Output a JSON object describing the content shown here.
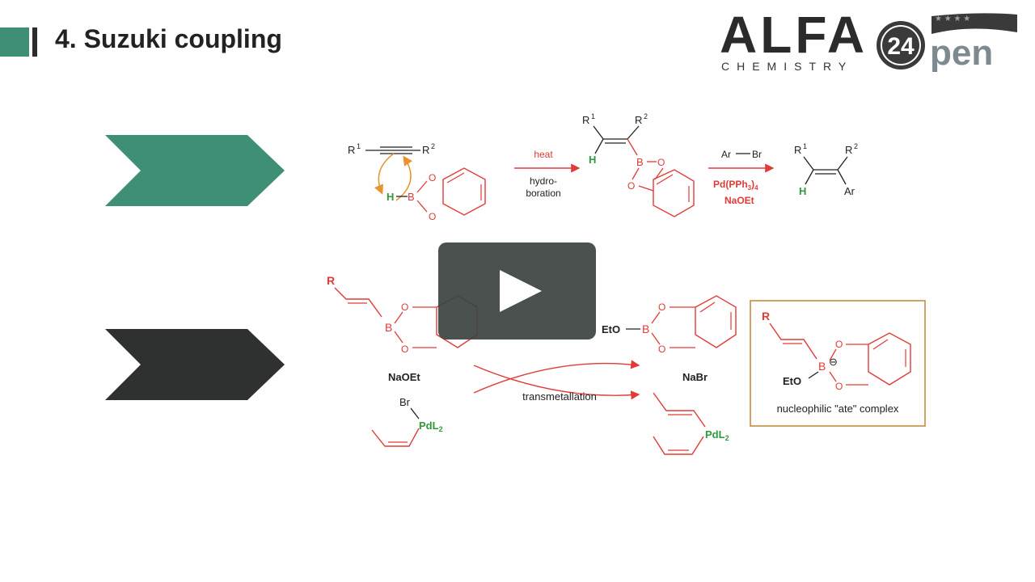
{
  "header": {
    "title": "4. Suzuki coupling"
  },
  "logo": {
    "brand": "ALFA",
    "sub": "CHEMISTRY",
    "open_number": "24",
    "open_word": "pen"
  },
  "scheme1": {
    "r1": "R",
    "r1_sup": "1",
    "r2": "R",
    "r2_sup": "2",
    "h": "H",
    "b": "B",
    "o": "O",
    "arrow1_top": "heat",
    "arrow1_bottom_1": "hydro-",
    "arrow1_bottom_2": "boration",
    "arrow2_top_1": "Ar",
    "arrow2_top_2": "Br",
    "arrow2_bottom_1": "Pd(PPh",
    "arrow2_bottom_sub": "3",
    "arrow2_bottom_2": ")",
    "arrow2_bottom_sub2": "4",
    "arrow2_bottom_3": "NaOEt",
    "ar": "Ar"
  },
  "scheme2": {
    "r": "R",
    "b": "B",
    "o": "O",
    "naoet": "NaOEt",
    "br": "Br",
    "pdl": "PdL",
    "pdl_sub": "2",
    "eto": "EtO",
    "nabr": "NaBr",
    "transmetallation": "transmetallation",
    "ate_caption": "nucleophilic \"ate\" complex",
    "ate_charge": "⊖"
  },
  "colors": {
    "teal": "#3f8f76",
    "dark": "#2f3030",
    "red": "#e23b35",
    "green": "#2e9a3a",
    "orange": "#e8932e",
    "box": "#c98a3e"
  }
}
